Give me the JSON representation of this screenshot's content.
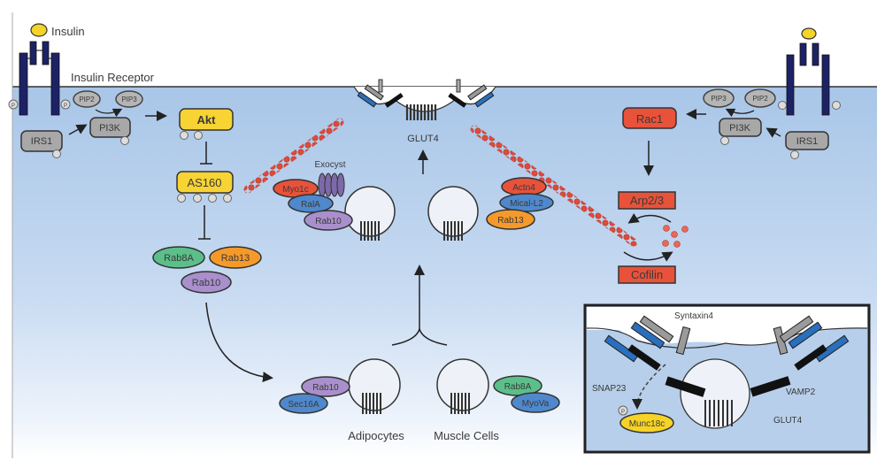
{
  "labels": {
    "insulin": "Insulin",
    "insulin_receptor": "Insulin Receptor",
    "glut4_top": "GLUT4",
    "exocyst": "Exocyst",
    "adipocytes": "Adipocytes",
    "muscle_cells": "Muscle Cells"
  },
  "left_pathway": {
    "pip2": "PIP2",
    "pip3": "PIP3",
    "pi3k": "PI3K",
    "irs1": "IRS1",
    "akt": "Akt",
    "as160": "AS160",
    "p": "P",
    "rab8a": "Rab8A",
    "rab13": "Rab13",
    "rab10": "Rab10"
  },
  "right_pathway": {
    "pip3": "PIP3",
    "pip2": "PIP2",
    "pi3k": "PI3K",
    "irs1": "IRS1",
    "rac1": "Rac1",
    "arp23": "Arp2/3",
    "cofilin": "Cofilin"
  },
  "vesicle_left": {
    "myo1c": "Myo1c",
    "rala": "RalA",
    "rab10": "Rab10"
  },
  "vesicle_right": {
    "actn4": "Actn4",
    "mical_l2": "Mical-L2",
    "rab13": "Rab13"
  },
  "adipocyte_vesicle": {
    "rab10": "Rab10",
    "sec16a": "Sec16A"
  },
  "muscle_vesicle": {
    "rab8a": "Rab8A",
    "myova": "MyoVa"
  },
  "inset": {
    "syntaxin4": "Syntaxin4",
    "snap23": "SNAP23",
    "vamp2": "VAMP2",
    "glut4": "GLUT4",
    "munc18c": "Munc18c",
    "p": "P"
  },
  "colors": {
    "receptor": "#1d2266",
    "insulin": "#f5d327",
    "akt": "#f7d334",
    "red_protein": "#e8523a",
    "green_rab": "#5cbf8a",
    "orange_rab": "#f59a2a",
    "purple_rab": "#a98fcc",
    "blue_protein": "#4f88cc",
    "gray_protein": "#a8a8a8",
    "cytoplasm": "#b3cdea"
  }
}
